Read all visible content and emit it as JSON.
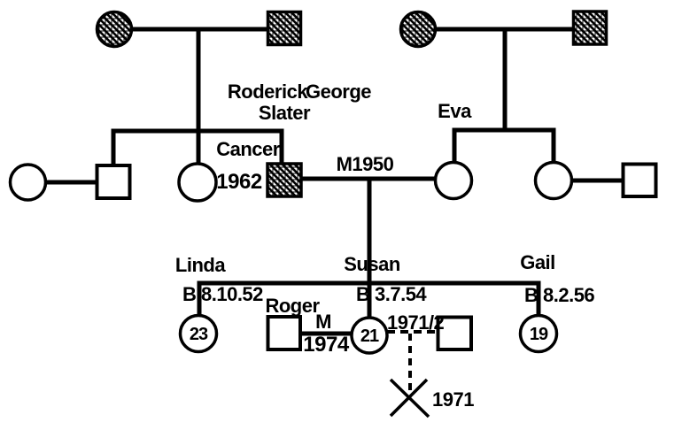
{
  "diagram": {
    "type": "family-genogram",
    "style": {
      "ink_color": "#000000",
      "background_color": "#ffffff"
    }
  },
  "people": {
    "roderick": {
      "first_name": "Roderick",
      "middle_name": "George",
      "surname": "Slater",
      "condition": "Cancer",
      "condition_year": "1962"
    },
    "eva": {
      "name": "Eva"
    },
    "linda": {
      "name": "Linda",
      "birth": "B 8.10.52",
      "age": "23"
    },
    "susan": {
      "name": "Susan",
      "birth": "B 3.7.54",
      "age": "21"
    },
    "gail": {
      "name": "Gail",
      "birth": "B 8.2.56",
      "age": "19"
    },
    "roger": {
      "name": "Roger"
    }
  },
  "unions": {
    "roderick_eva": {
      "label": "M1950"
    },
    "roger_susan": {
      "prefix": "M",
      "year": "1974"
    },
    "susan_former_union": {
      "period": "1971/2"
    }
  },
  "events": {
    "pregnancy_loss": {
      "year": "1971"
    }
  }
}
